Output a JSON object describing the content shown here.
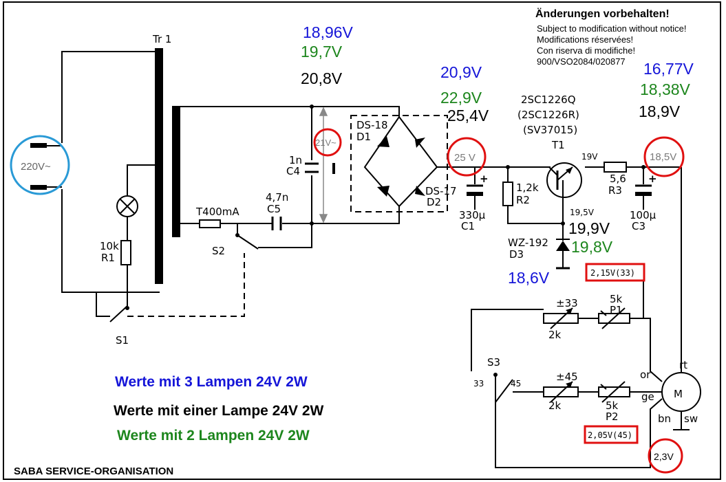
{
  "notice": {
    "title": "Änderungen vorbehalten!",
    "lines": [
      "Subject to modification without notice!",
      "Modifications réservées!",
      "Con riserva di modifiche!",
      "900/VSO2084/020877"
    ]
  },
  "components": {
    "tr1": "Tr 1",
    "mains": "220V~",
    "r1_value": "10k",
    "r1": "R1",
    "s1": "S1",
    "s2": "S2",
    "s3": "S3",
    "fuse": "T400mA",
    "c5_value": "4,7n",
    "c5": "C5",
    "c4_value": "1n",
    "c4": "C4",
    "d1_type": "DS-18",
    "d1": "D1",
    "d2_type": "DS-17",
    "d2": "D2",
    "c1_value": "330µ",
    "c1": "C1",
    "r2_value": "1,2k",
    "r2": "R2",
    "t1_line1": "2SC1226Q",
    "t1_line2": "(2SC1226R)",
    "t1_line3": "(SV37015)",
    "t1": "T1",
    "r3_value": "5,6",
    "r3": "R3",
    "c3_value": "100µ",
    "c3": "C3",
    "d3_type": "WZ-192",
    "d3": "D3",
    "v19": "19V",
    "v195": "19,5V",
    "p1_sign": "±33",
    "p1_pot": "2k",
    "p1_value": "5k",
    "p1": "P1",
    "p2_sign": "±45",
    "p2_pot": "2k",
    "p2_value": "5k",
    "p2": "P2",
    "s3_pos33": "33",
    "s3_pos45": "45",
    "motor": "M",
    "wire_or": "or",
    "wire_ge": "ge",
    "wire_rt": "rt",
    "wire_bn": "bn",
    "wire_sw": "sw"
  },
  "measurements": {
    "in_blue": "18,96V",
    "in_green": "19,7V",
    "in_black": "20,8V",
    "ac_circled": "21V~",
    "c1_blue": "20,9V",
    "c1_green": "22,9V",
    "c1_black": "25,4V",
    "c1_circled": "25 V",
    "out_blue": "16,77V",
    "out_green": "18,38V",
    "out_black": "18,9V",
    "out_circled": "18,5V",
    "zener_black": "19,9V",
    "zener_green": "19,8V",
    "zener_blue": "18,6V",
    "box_33": "2,15V(33)",
    "box_45": "2,05V(45)",
    "bottom_circled": "2,3V"
  },
  "legend": {
    "blue": "Werte mit 3 Lampen 24V 2W",
    "black": "Werte mit einer Lampe 24V 2W",
    "green": "Werte mit 2 Lampen 24V 2W"
  },
  "footer": "SABA SERVICE-ORGANISATION",
  "colors": {
    "blue": "#1515d8",
    "green": "#1d861d",
    "black": "#000000",
    "red_marker": "#e01010",
    "blue_marker": "#2a9ad6"
  }
}
